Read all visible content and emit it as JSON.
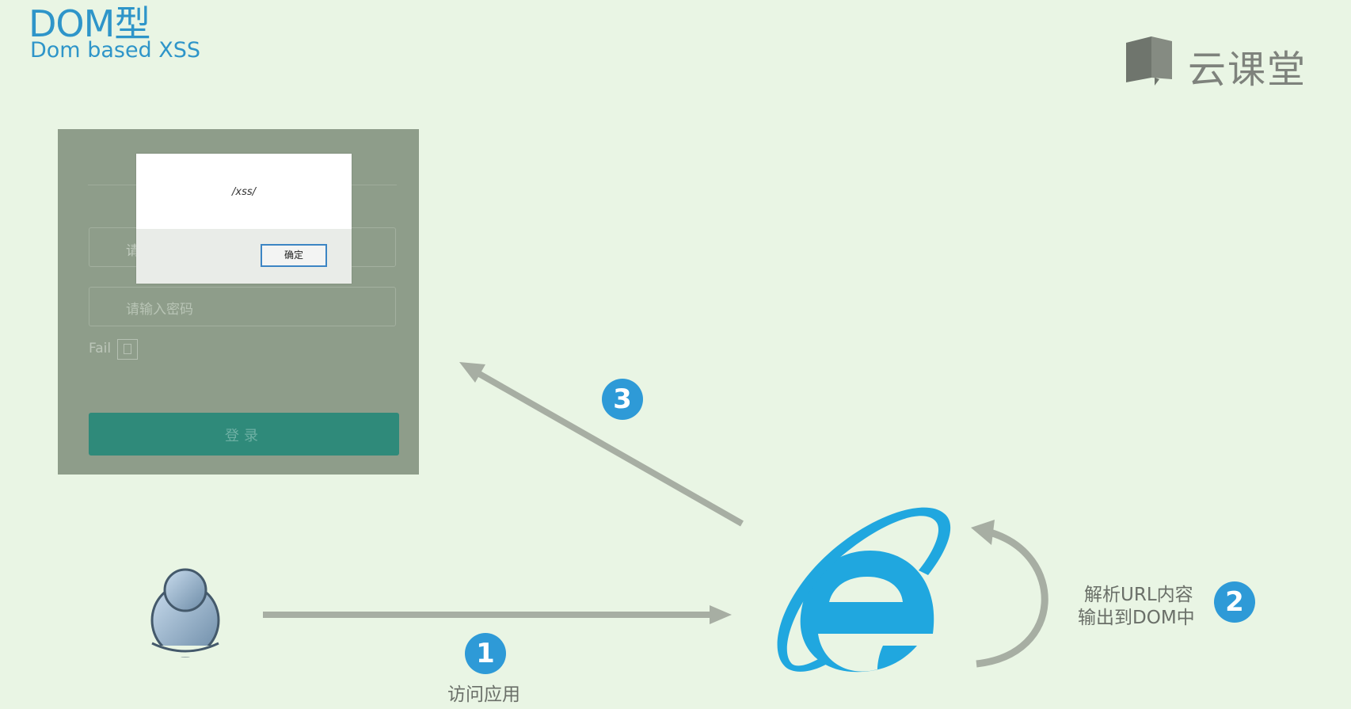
{
  "header": {
    "title": "DOM型",
    "subtitle": "Dom based XSS"
  },
  "brand": {
    "name": "云课堂"
  },
  "screenshot": {
    "alert_message": "/xss/",
    "alert_ok_label": "确定",
    "username_partial": "请",
    "password_placeholder": "请输入密码",
    "fail_text": "Fail",
    "login_button_label": "登录"
  },
  "steps": [
    {
      "number": "1",
      "label": "访问应用"
    },
    {
      "number": "2",
      "label_line1": "解析URL内容",
      "label_line2": "输出到DOM中"
    },
    {
      "number": "3"
    }
  ],
  "colors": {
    "background": "#e9f5e4",
    "accent": "#2e9ad7",
    "arrow": "#a7aea3",
    "browser_logo": "#20a7df"
  }
}
